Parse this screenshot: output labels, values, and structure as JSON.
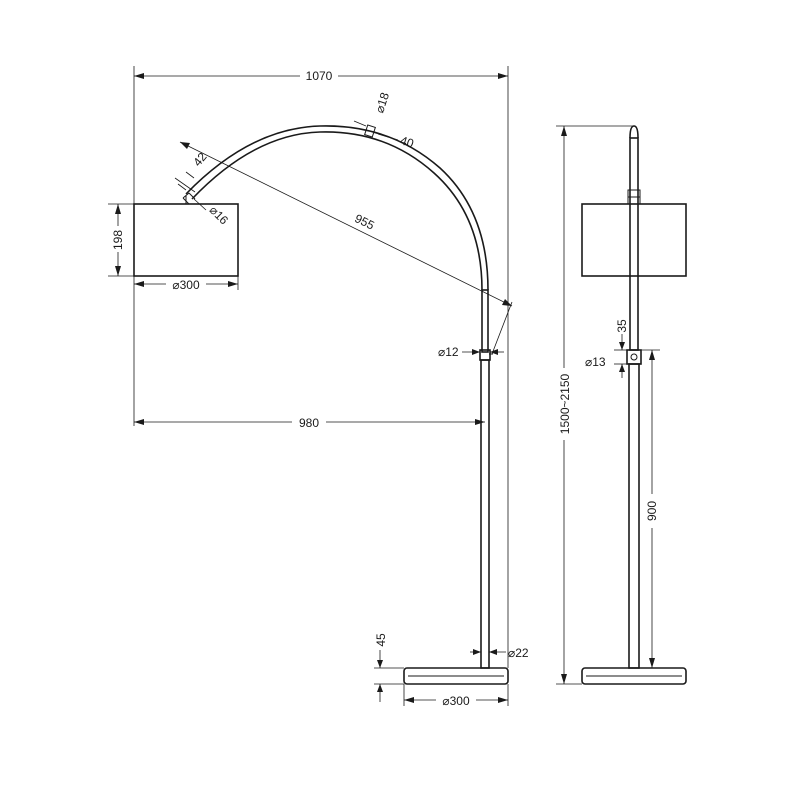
{
  "front_view": {
    "overall_width": "1070",
    "rod_diameter_top": "⌀18",
    "rod_segment": "40",
    "shade_mount": "42",
    "shade_rod_diameter": "⌀16",
    "arc_length": "955",
    "shade_height": "198",
    "shade_diameter": "⌀300",
    "joint_diameter": "⌀12",
    "reach": "980",
    "base_height": "45",
    "pole_diameter": "⌀22",
    "base_diameter": "⌀300"
  },
  "side_view": {
    "total_height": "1500~2150",
    "joint_offset": "35",
    "joint_diameter": "⌀13",
    "lower_pole_height": "900"
  }
}
